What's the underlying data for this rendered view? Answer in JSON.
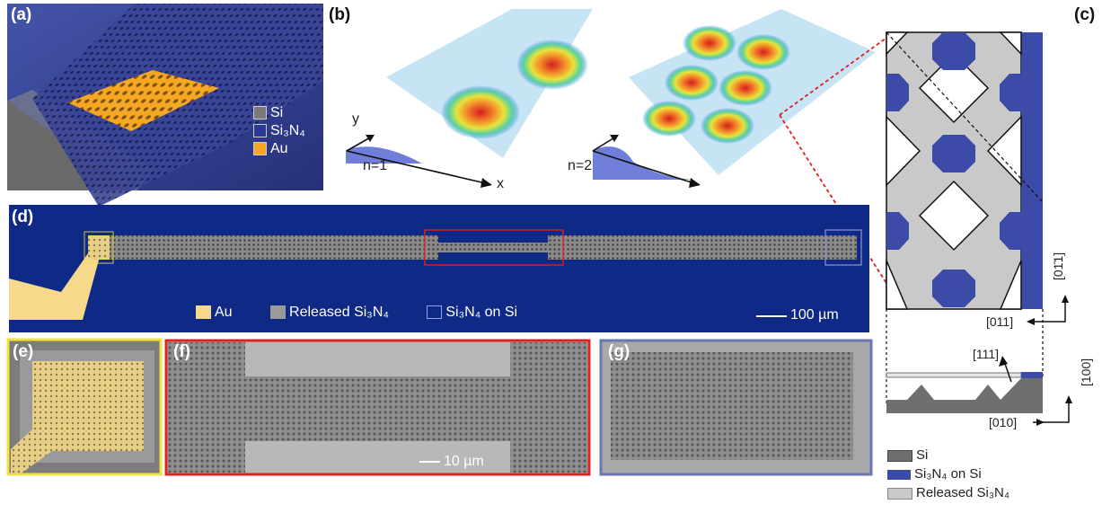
{
  "panels": {
    "a": {
      "label": "(a)",
      "legend": [
        {
          "text": "Si",
          "color": "#7a7a7a"
        },
        {
          "text": "Si₃N₄",
          "color": "#2b3a99"
        },
        {
          "text": "Au",
          "color": "#f5a623"
        }
      ]
    },
    "b": {
      "label": "(b)",
      "mode1": "n=1",
      "mode2": "n=2",
      "axis_x": "x",
      "axis_y": "y"
    },
    "c": {
      "label": "(c)",
      "dir_top": "[01̄1]",
      "dir_011": "[011]",
      "dir_111": "[111]",
      "dir_100": "[100]",
      "dir_010": "[010]",
      "legend": [
        {
          "text": "Si",
          "color": "#6f6f6f"
        },
        {
          "text": "Si₃N₄ on Si",
          "color": "#3c4aa8"
        },
        {
          "text": "Released Si₃N₄",
          "color": "#c9c9c9"
        }
      ]
    },
    "d": {
      "label": "(d)",
      "legend": [
        {
          "text": "Au",
          "color": "#f7d98c"
        },
        {
          "text": "Released Si₃N₄",
          "color": "#9a9a9a"
        },
        {
          "text": "Si₃N₄ on Si",
          "color": "none"
        }
      ],
      "scale": "100 µm"
    },
    "e": {
      "label": "(e)"
    },
    "f": {
      "label": "(f)",
      "scale": "10 µm"
    },
    "g": {
      "label": "(g)"
    }
  },
  "colors": {
    "navy": "#0e2a86",
    "gold": "#f5a623",
    "grey_si": "#7a7a7a",
    "frame_e": "#f2e23c",
    "frame_f": "#e02020",
    "frame_g": "#6c75b5"
  }
}
